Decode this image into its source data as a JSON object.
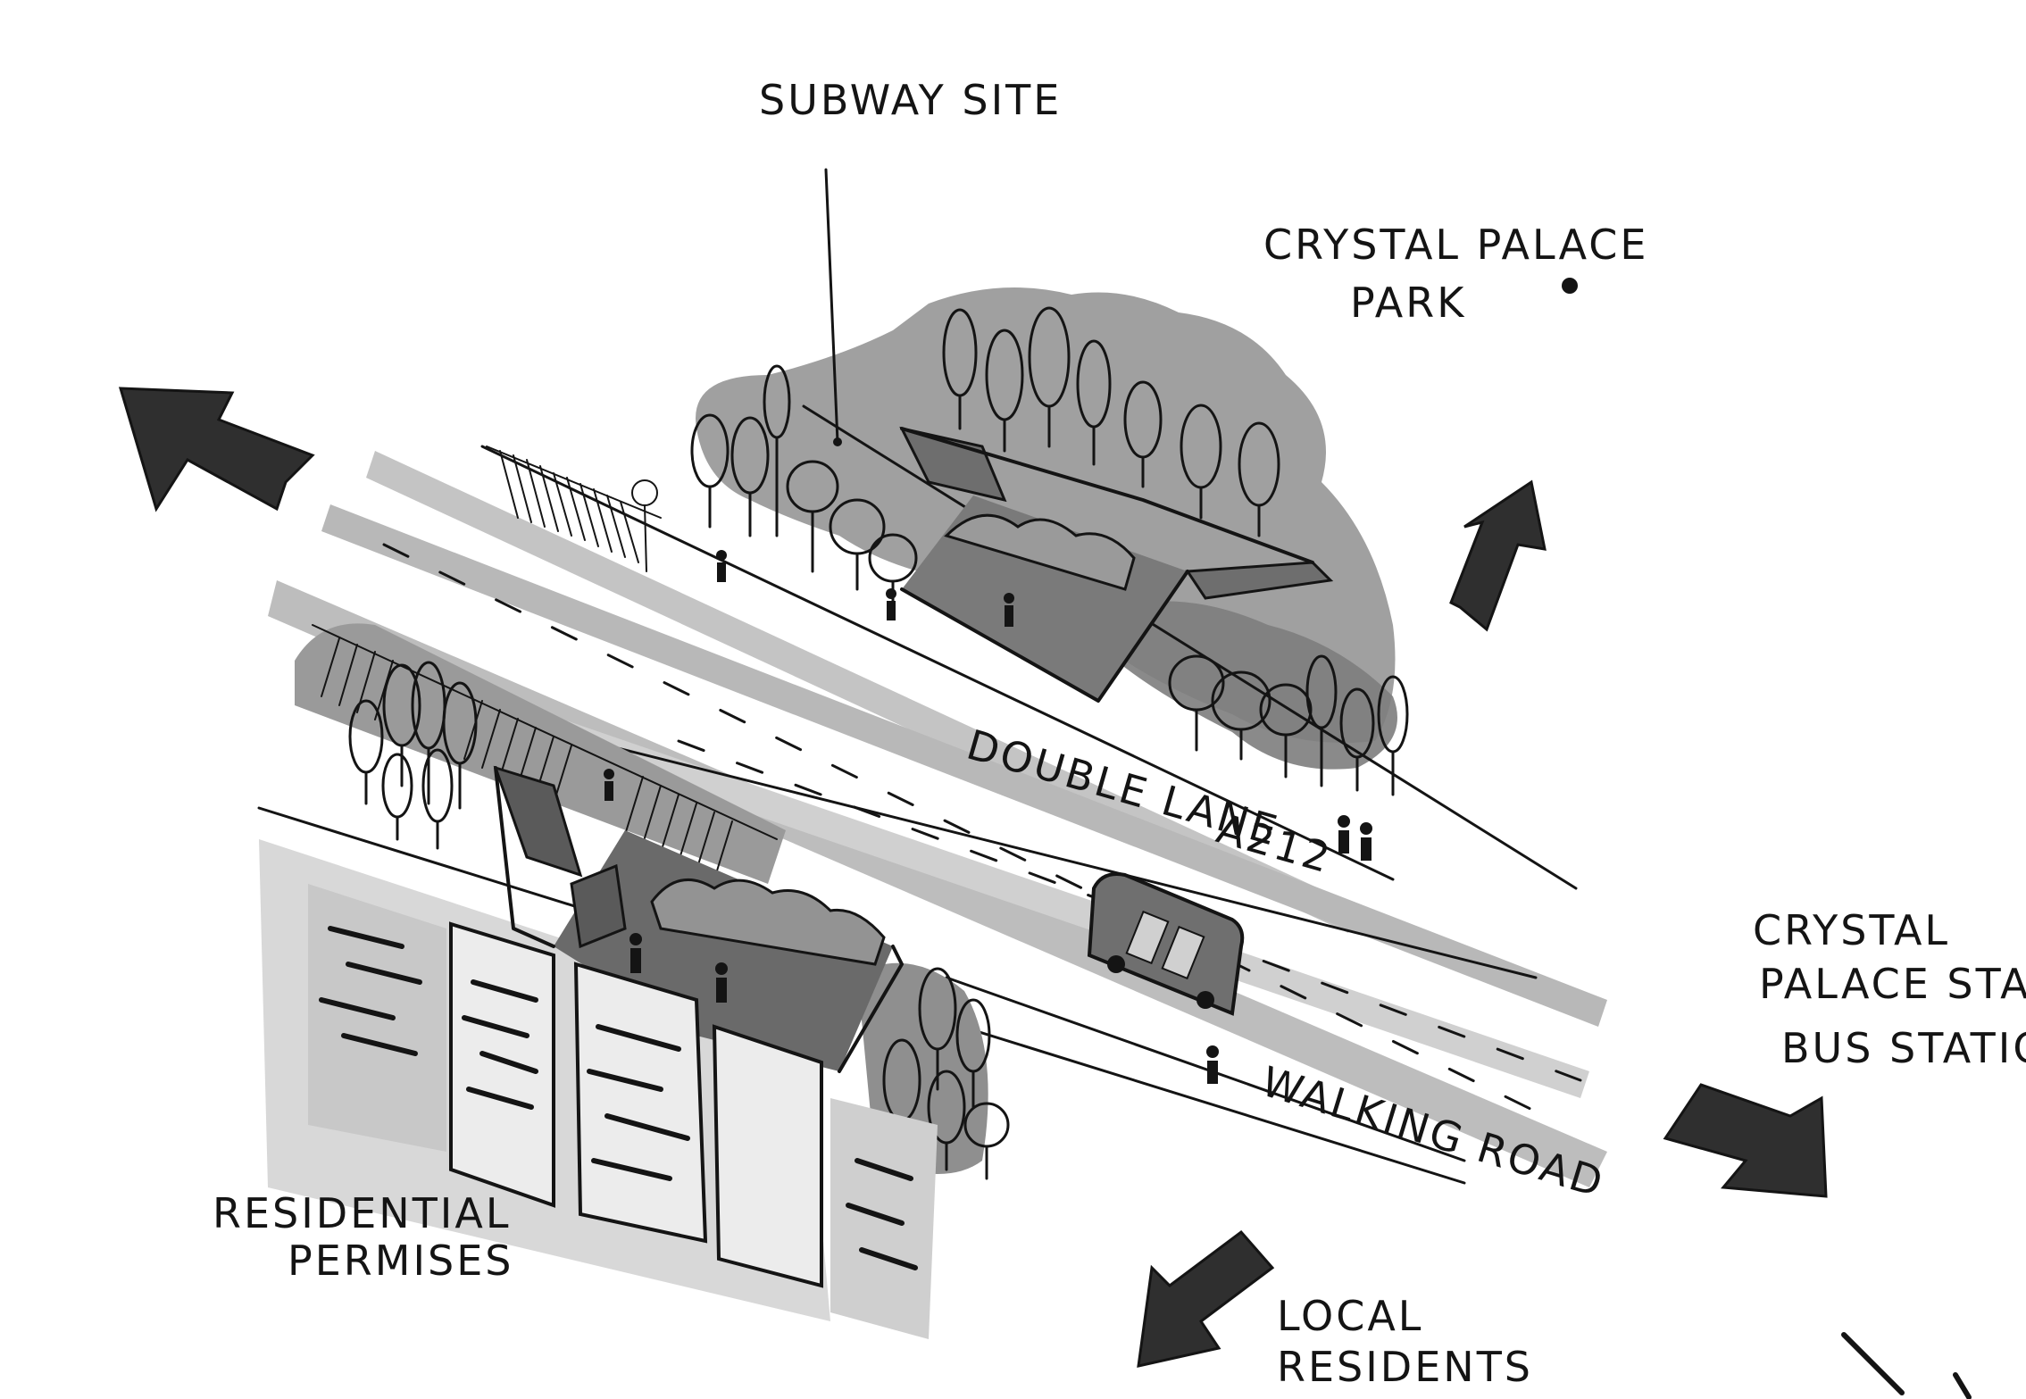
{
  "labels": {
    "subway_site": "SUBWAY SITE",
    "crystal_palace_park_line1": "CRYSTAL PALACE",
    "crystal_palace_park_line2": "PARK",
    "double_lane": "DOUBLE LANE",
    "road_name": "A212",
    "walking_road": "WALKING ROAD",
    "station_line1": "CRYSTAL",
    "station_line2": "PALACE STATION",
    "station_line3": "BUS STATION",
    "residential_line1": "RESIDENTIAL",
    "residential_line2": "PERMISES",
    "local_residents_line1": "LOCAL",
    "local_residents_line2": "RESIDENTS"
  },
  "colors": {
    "ink": "#141414",
    "marker_gray": "#8c8c8c",
    "light_gray": "#bdbdbd",
    "paper": "#ffffff"
  }
}
